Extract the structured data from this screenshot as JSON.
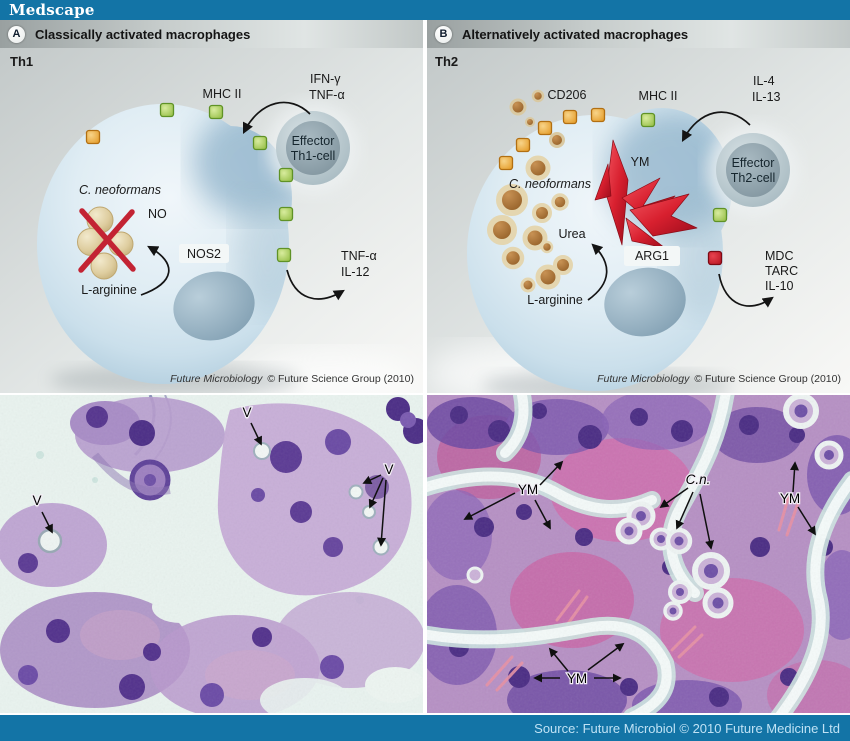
{
  "brand": {
    "logo_text": "Medscape"
  },
  "footer": {
    "source_text": "Source: Future Microbiol © 2010 Future Medicine Ltd"
  },
  "colors": {
    "brand_blue": "#1374a6",
    "mhc_green": "#8fba3e",
    "cd206_orange": "#e9a02c",
    "mdc_red": "#c41f2e",
    "ym_red": "#d8202f",
    "stain_purple": "#8a64b8",
    "stain_magenta": "#cf6fae"
  },
  "panel_a": {
    "badge": "A",
    "title": "Classically activated macrophages",
    "th_label": "Th1",
    "mhc_label": "MHC II",
    "input_cytokine_1": "IFN-γ",
    "input_cytokine_2": "TNF-α",
    "effector_line1": "Effector",
    "effector_line2": "Th1-cell",
    "pathogen_label": "C. neoformans",
    "product_label": "NO",
    "enzyme_label": "NOS2",
    "substrate_label": "L-arginine",
    "output_cytokine_1": "TNF-α",
    "output_cytokine_2": "IL-12",
    "credit_italic": "Future Microbiology",
    "credit_rest": "© Future Science Group (2010)",
    "micro_label_1": "V",
    "micro_label_2": "V",
    "micro_label_3": "V"
  },
  "panel_b": {
    "badge": "B",
    "title": "Alternatively activated macrophages",
    "th_label": "Th2",
    "receptor_label": "CD206",
    "mhc_label": "MHC II",
    "input_cytokine_1": "IL-4",
    "input_cytokine_2": "IL-13",
    "effector_line1": "Effector",
    "effector_line2": "Th2-cell",
    "ym_label": "YM",
    "pathogen_label": "C. neoformans",
    "product_label": "Urea",
    "enzyme_label": "ARG1",
    "substrate_label": "L-arginine",
    "output_cytokine_1": "MDC",
    "output_cytokine_2": "TARC",
    "output_cytokine_3": "IL-10",
    "credit_italic": "Future Microbiology",
    "credit_rest": "© Future Science Group (2010)",
    "micro_label_ym_left": "YM",
    "micro_label_cn": "C.n.",
    "micro_label_ym_right": "YM",
    "micro_label_ym_bottom": "YM"
  }
}
